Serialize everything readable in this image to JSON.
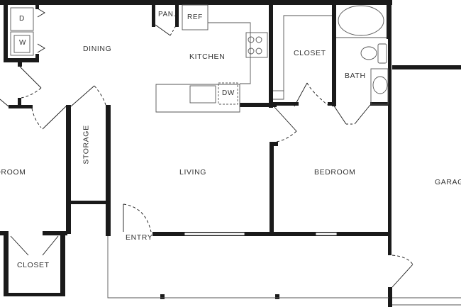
{
  "colors": {
    "wall": "#1a1a1a",
    "fixture": "#555555",
    "background": "#ffffff"
  },
  "rooms": {
    "dryer": "D",
    "washer": "W",
    "dining": "DINING",
    "pantry": "PAN.",
    "refrigerator": "REF",
    "kitchen": "KITCHEN",
    "dishwasher": "DW",
    "closet_master": "CLOSET",
    "bath": "BATH",
    "storage": "STORAGE",
    "living": "LIVING",
    "bedroom": "BEDROOM",
    "bedroom_left": "BEDROOM",
    "garage": "GARAGE",
    "closet_left": "CLOSET",
    "entry": "ENTRY"
  }
}
